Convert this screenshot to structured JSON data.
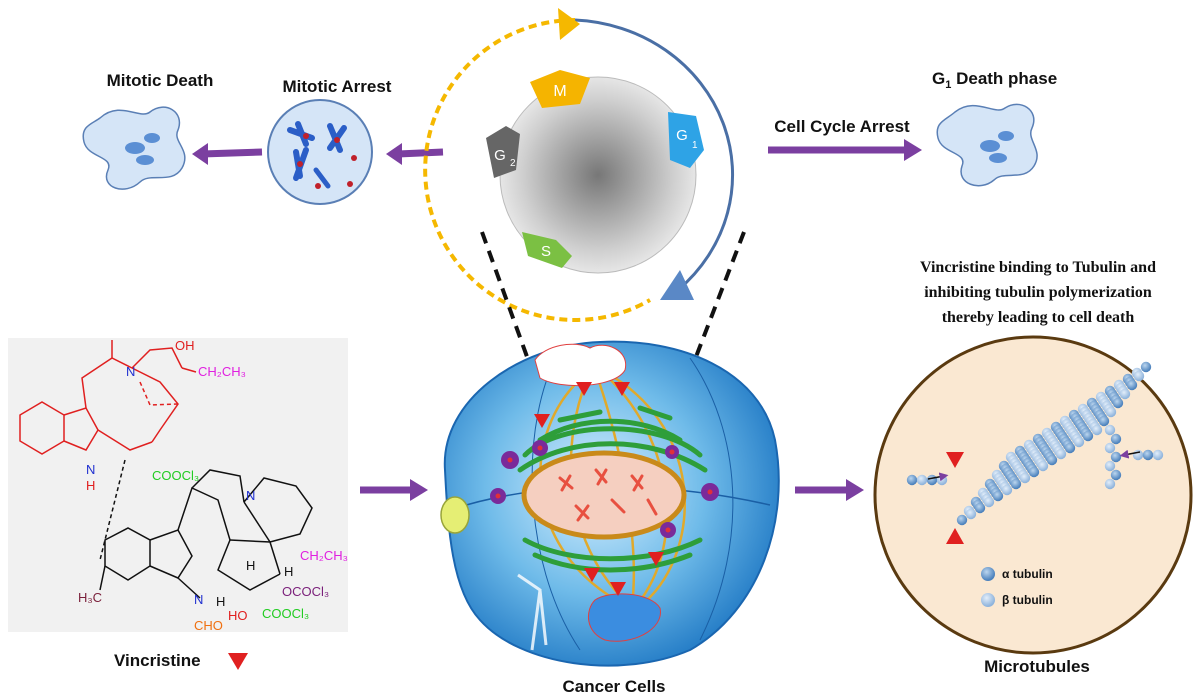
{
  "labels": {
    "mitotic_death": "Mitotic Death",
    "mitotic_arrest": "Mitotic Arrest",
    "cell_cycle_arrest": "Cell Cycle Arrest",
    "g1_death_prefix": "G",
    "g1_death_sub": "1",
    "g1_death_suffix": " Death phase",
    "cancer_cells": "Cancer Cells",
    "vincristine": "Vincristine",
    "microtubules": "Microtubules",
    "alpha_tubulin": "α tubulin",
    "beta_tubulin": "β tubulin"
  },
  "binding_note": [
    "Vincristine  binding  to Tubulin  and",
    "inhibiting  tubulin  polymerization",
    "thereby leading to cell death"
  ],
  "cycle_phases": {
    "m": "M",
    "g1": "G",
    "g1_sub": "1",
    "g2": "G",
    "g2_sub": "2",
    "s": "S"
  },
  "chem": {
    "oh_top": "OH",
    "ethyl_top": "CH₂CH₃",
    "n_top": "N",
    "nh": "N",
    "h_nh": "H",
    "cooch3_top": "COOCl₃",
    "n_right": "N",
    "ethyl_right": "CH₂CH₃",
    "h_left": "H",
    "h_mid": "H",
    "h_right": "H",
    "ococh3": "OCOCl₃",
    "cooch3_bottom": "COOCl₃",
    "ho": "HO",
    "n_bottom": "N",
    "cho": "CHO",
    "h3co": "H₃C"
  },
  "colors": {
    "arrow": "#7b3fa0",
    "cycle_orange": "#f5b800",
    "cycle_blue": "#4a6fa5",
    "cell_blue": "#4aa3df",
    "spindle": "#e0a92b",
    "chromatin": "#2e9e3a",
    "vincristine_red": "#e02020"
  }
}
